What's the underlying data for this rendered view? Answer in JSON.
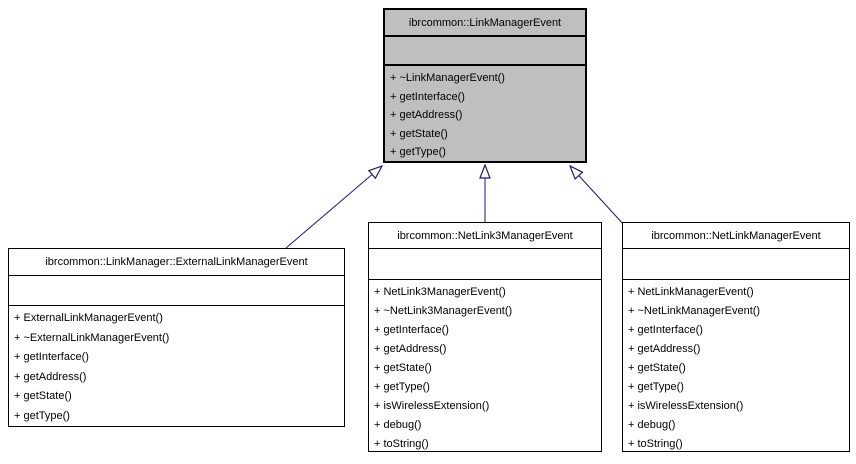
{
  "diagram": {
    "type": "uml-class-inheritance-graph",
    "background_color": "#ffffff",
    "base_node_fill": "#bfbfbf",
    "derived_node_fill": "#ffffff",
    "border_color": "#000000",
    "edge_color": "#191970",
    "edge_style": "hollow-triangle-inheritance"
  },
  "classes": {
    "base": {
      "name": "ibrcommon::LinkManagerEvent",
      "methods": [
        "+ ~LinkManagerEvent()",
        "+ getInterface()",
        "+ getAddress()",
        "+ getState()",
        "+ getType()"
      ]
    },
    "external": {
      "name": "ibrcommon::LinkManager::ExternalLinkManagerEvent",
      "methods": [
        "+ ExternalLinkManagerEvent()",
        "+ ~ExternalLinkManagerEvent()",
        "+ getInterface()",
        "+ getAddress()",
        "+ getState()",
        "+ getType()"
      ]
    },
    "netlink3": {
      "name": "ibrcommon::NetLink3ManagerEvent",
      "methods": [
        "+ NetLink3ManagerEvent()",
        "+ ~NetLink3ManagerEvent()",
        "+ getInterface()",
        "+ getAddress()",
        "+ getState()",
        "+ getType()",
        "+ isWirelessExtension()",
        "+ debug()",
        "+ toString()"
      ]
    },
    "netlink": {
      "name": "ibrcommon::NetLinkManagerEvent",
      "methods": [
        "+ NetLinkManagerEvent()",
        "+ ~NetLinkManagerEvent()",
        "+ getInterface()",
        "+ getAddress()",
        "+ getState()",
        "+ getType()",
        "+ isWirelessExtension()",
        "+ debug()",
        "+ toString()"
      ]
    }
  },
  "edges": [
    {
      "from": "ibrcommon::LinkManager::ExternalLinkManagerEvent",
      "to": "ibrcommon::LinkManagerEvent",
      "relation": "inheritance"
    },
    {
      "from": "ibrcommon::NetLink3ManagerEvent",
      "to": "ibrcommon::LinkManagerEvent",
      "relation": "inheritance"
    },
    {
      "from": "ibrcommon::NetLinkManagerEvent",
      "to": "ibrcommon::LinkManagerEvent",
      "relation": "inheritance"
    }
  ]
}
